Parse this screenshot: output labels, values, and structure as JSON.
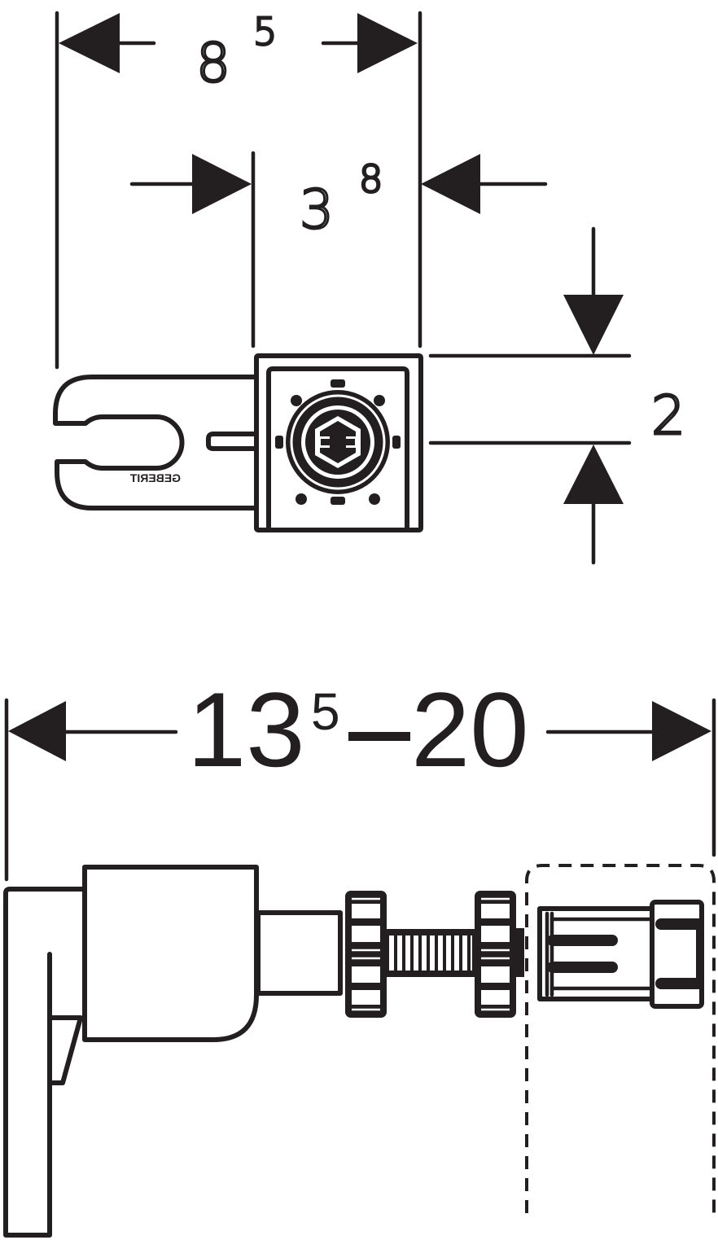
{
  "drawing": {
    "top_view": {
      "dim_width_outer": {
        "main": "8",
        "sup": "5"
      },
      "dim_width_inner": {
        "main": "3",
        "sup": "8"
      },
      "dim_height": {
        "main": "2"
      },
      "logo_text": "GEBERIT"
    },
    "side_view": {
      "dim_length": {
        "main": "13",
        "sup": "5",
        "range_end": "20"
      }
    },
    "colors": {
      "line": "#231f20",
      "background": "#ffffff"
    }
  }
}
